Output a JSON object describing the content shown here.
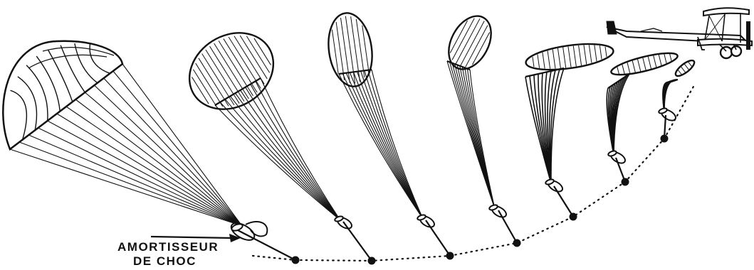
{
  "label": {
    "line1": "AMORTISSEUR",
    "line2": "DE CHOC"
  },
  "colors": {
    "ink": "#111111",
    "paper": "#ffffff"
  },
  "icons": [
    "biplane-icon",
    "parachute-icon",
    "jumper-figure-icon",
    "trajectory-dot-icon"
  ],
  "stages": [
    {
      "name": "fully-open-canopy"
    },
    {
      "name": "inflating-canopy"
    },
    {
      "name": "elongated-canopy"
    },
    {
      "name": "streaming-canopy"
    },
    {
      "name": "bent-canopy"
    },
    {
      "name": "narrow-canopy"
    },
    {
      "name": "extracted-pack"
    }
  ]
}
